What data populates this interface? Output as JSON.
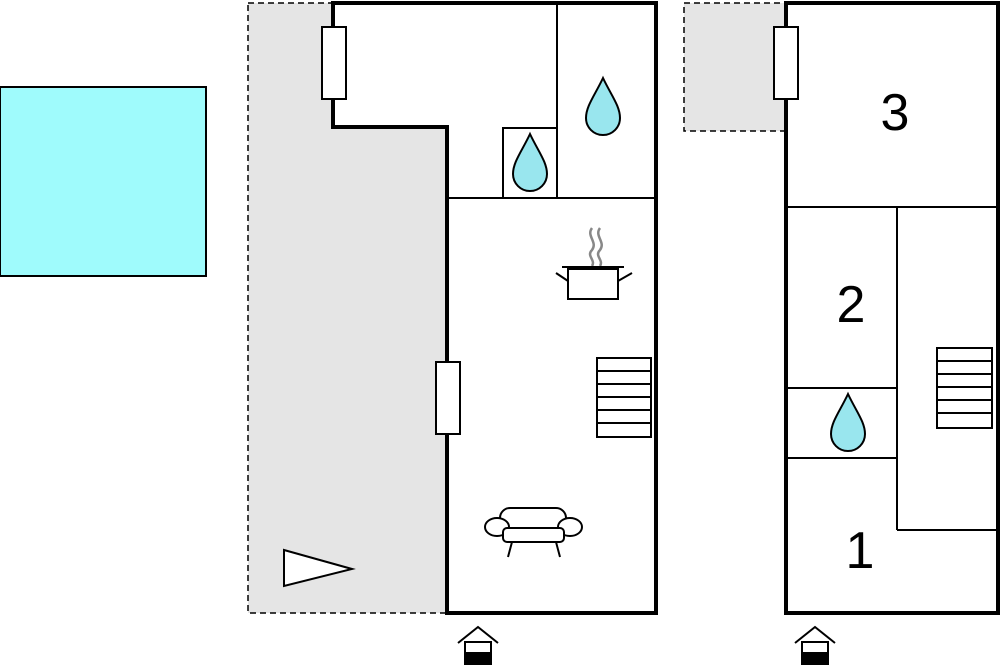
{
  "floorplan": {
    "colors": {
      "pool": "#9ffbfc",
      "terrace": "#e5e5e5",
      "water_drop": "#99e6ee",
      "wall": "#000000",
      "background": "#ffffff"
    },
    "icons": [
      "pool",
      "terrace",
      "bathroom-water-drop",
      "cooking-pot",
      "stairs",
      "sofa",
      "entrance",
      "sun-lounger"
    ],
    "rooms": [
      {
        "label": "3"
      },
      {
        "label": "2"
      },
      {
        "label": "1"
      }
    ]
  }
}
